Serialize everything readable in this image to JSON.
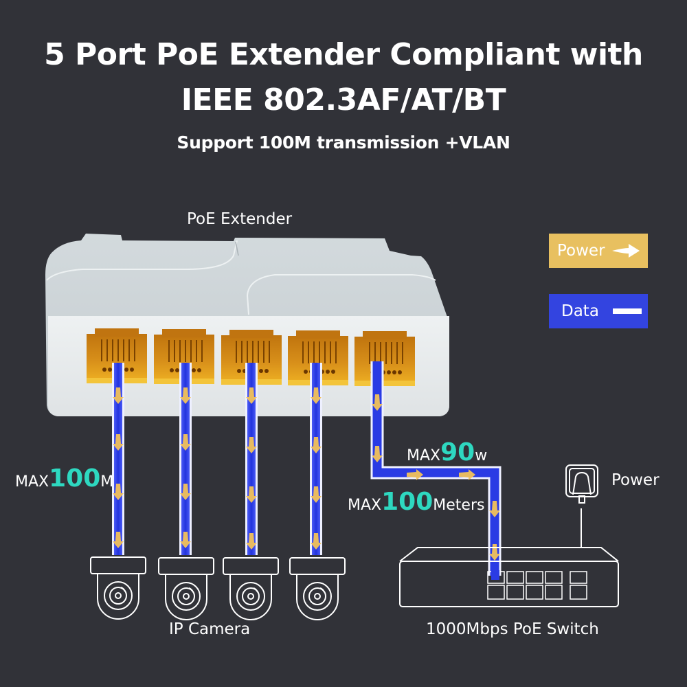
{
  "header": {
    "title_line1": "5 Port PoE Extender Compliant with",
    "title_line2": "IEEE 802.3AF/AT/BT",
    "subtitle": "Support 100M transmission +VLAN"
  },
  "extender": {
    "label": "PoE Extender",
    "port_count": 5,
    "port_color": "#e3a21c",
    "body_color": "#e4e8ea"
  },
  "legend": {
    "power": {
      "label": "Power",
      "color": "#e8c060",
      "icon": "arrow-right-icon"
    },
    "data": {
      "label": "Data",
      "color": "#3344e0",
      "icon": "dash-icon"
    }
  },
  "specs": {
    "camera_distance": {
      "prefix": "MAX",
      "value": "100",
      "unit": "M"
    },
    "power_budget": {
      "prefix": "MAX",
      "value": "90",
      "unit": "w"
    },
    "uplink_distance": {
      "prefix": "MAX",
      "value": "100",
      "unit": "Meters"
    }
  },
  "devices": {
    "cameras": {
      "label": "IP Camera",
      "count": 4
    },
    "switch": {
      "label": "1000Mbps PoE Switch",
      "port_rows": 2,
      "port_columns": 5
    },
    "power_adapter": {
      "label": "Power"
    }
  },
  "colors": {
    "background": "#313238",
    "cable_blue": "#2f3fe6",
    "flow_arrow": "#f2c25a",
    "highlight_number": "#2ed8c0"
  }
}
